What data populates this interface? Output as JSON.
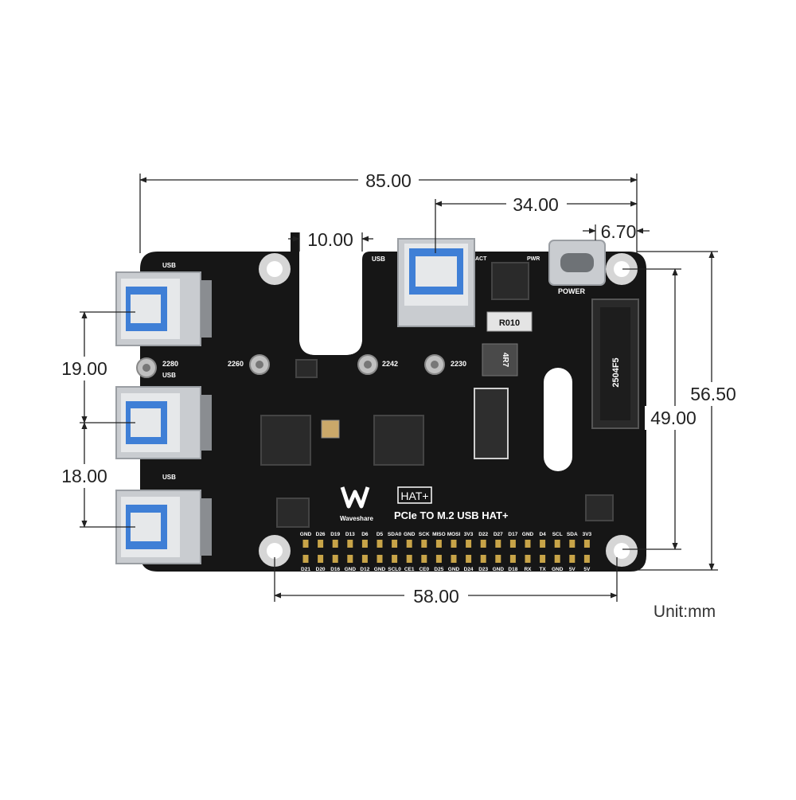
{
  "colors": {
    "board": "#161616",
    "silkscreen": "#ffffff",
    "usb_blue": "#3f7fd6",
    "metal": "#c9ccd0",
    "gold": "#c8a448",
    "dimension_line": "#222222"
  },
  "board": {
    "logo_text": "Waveshare",
    "badge_text": "HAT+",
    "product_name": "PCIe TO M.2 USB HAT+",
    "usb_labels": [
      "USB",
      "USB",
      "USB",
      "USB"
    ],
    "power_label": "POWER",
    "act_label": "ACT",
    "pwr_label": "PWR",
    "inductor_small": "R010",
    "inductor_large": "4R7",
    "m2_label": "2504F5",
    "standoffs": [
      "2280",
      "2260",
      "2242",
      "2230"
    ],
    "gpio_top": [
      "GND",
      "D26",
      "D19",
      "D13",
      "D6",
      "D5",
      "SDA0",
      "GND",
      "SCK",
      "MISO",
      "MOSI",
      "3V3",
      "D22",
      "D27",
      "D17",
      "GND",
      "D4",
      "SCL",
      "SDA",
      "3V3"
    ],
    "gpio_bottom": [
      "D21",
      "D20",
      "D16",
      "GND",
      "D12",
      "GND",
      "SCL0",
      "CE1",
      "CE0",
      "D25",
      "GND",
      "D24",
      "D23",
      "GND",
      "D18",
      "RX",
      "TX",
      "GND",
      "5V",
      "5V"
    ]
  },
  "dimensions": {
    "width": "85.00",
    "usb_c_offset": "34.00",
    "usb_c_gap": "6.70",
    "slot": "10.00",
    "height": "56.50",
    "hole_vertical": "49.00",
    "usb_pitch_1": "19.00",
    "usb_pitch_2": "18.00",
    "hole_horizontal": "58.00"
  },
  "unit": "Unit:mm"
}
